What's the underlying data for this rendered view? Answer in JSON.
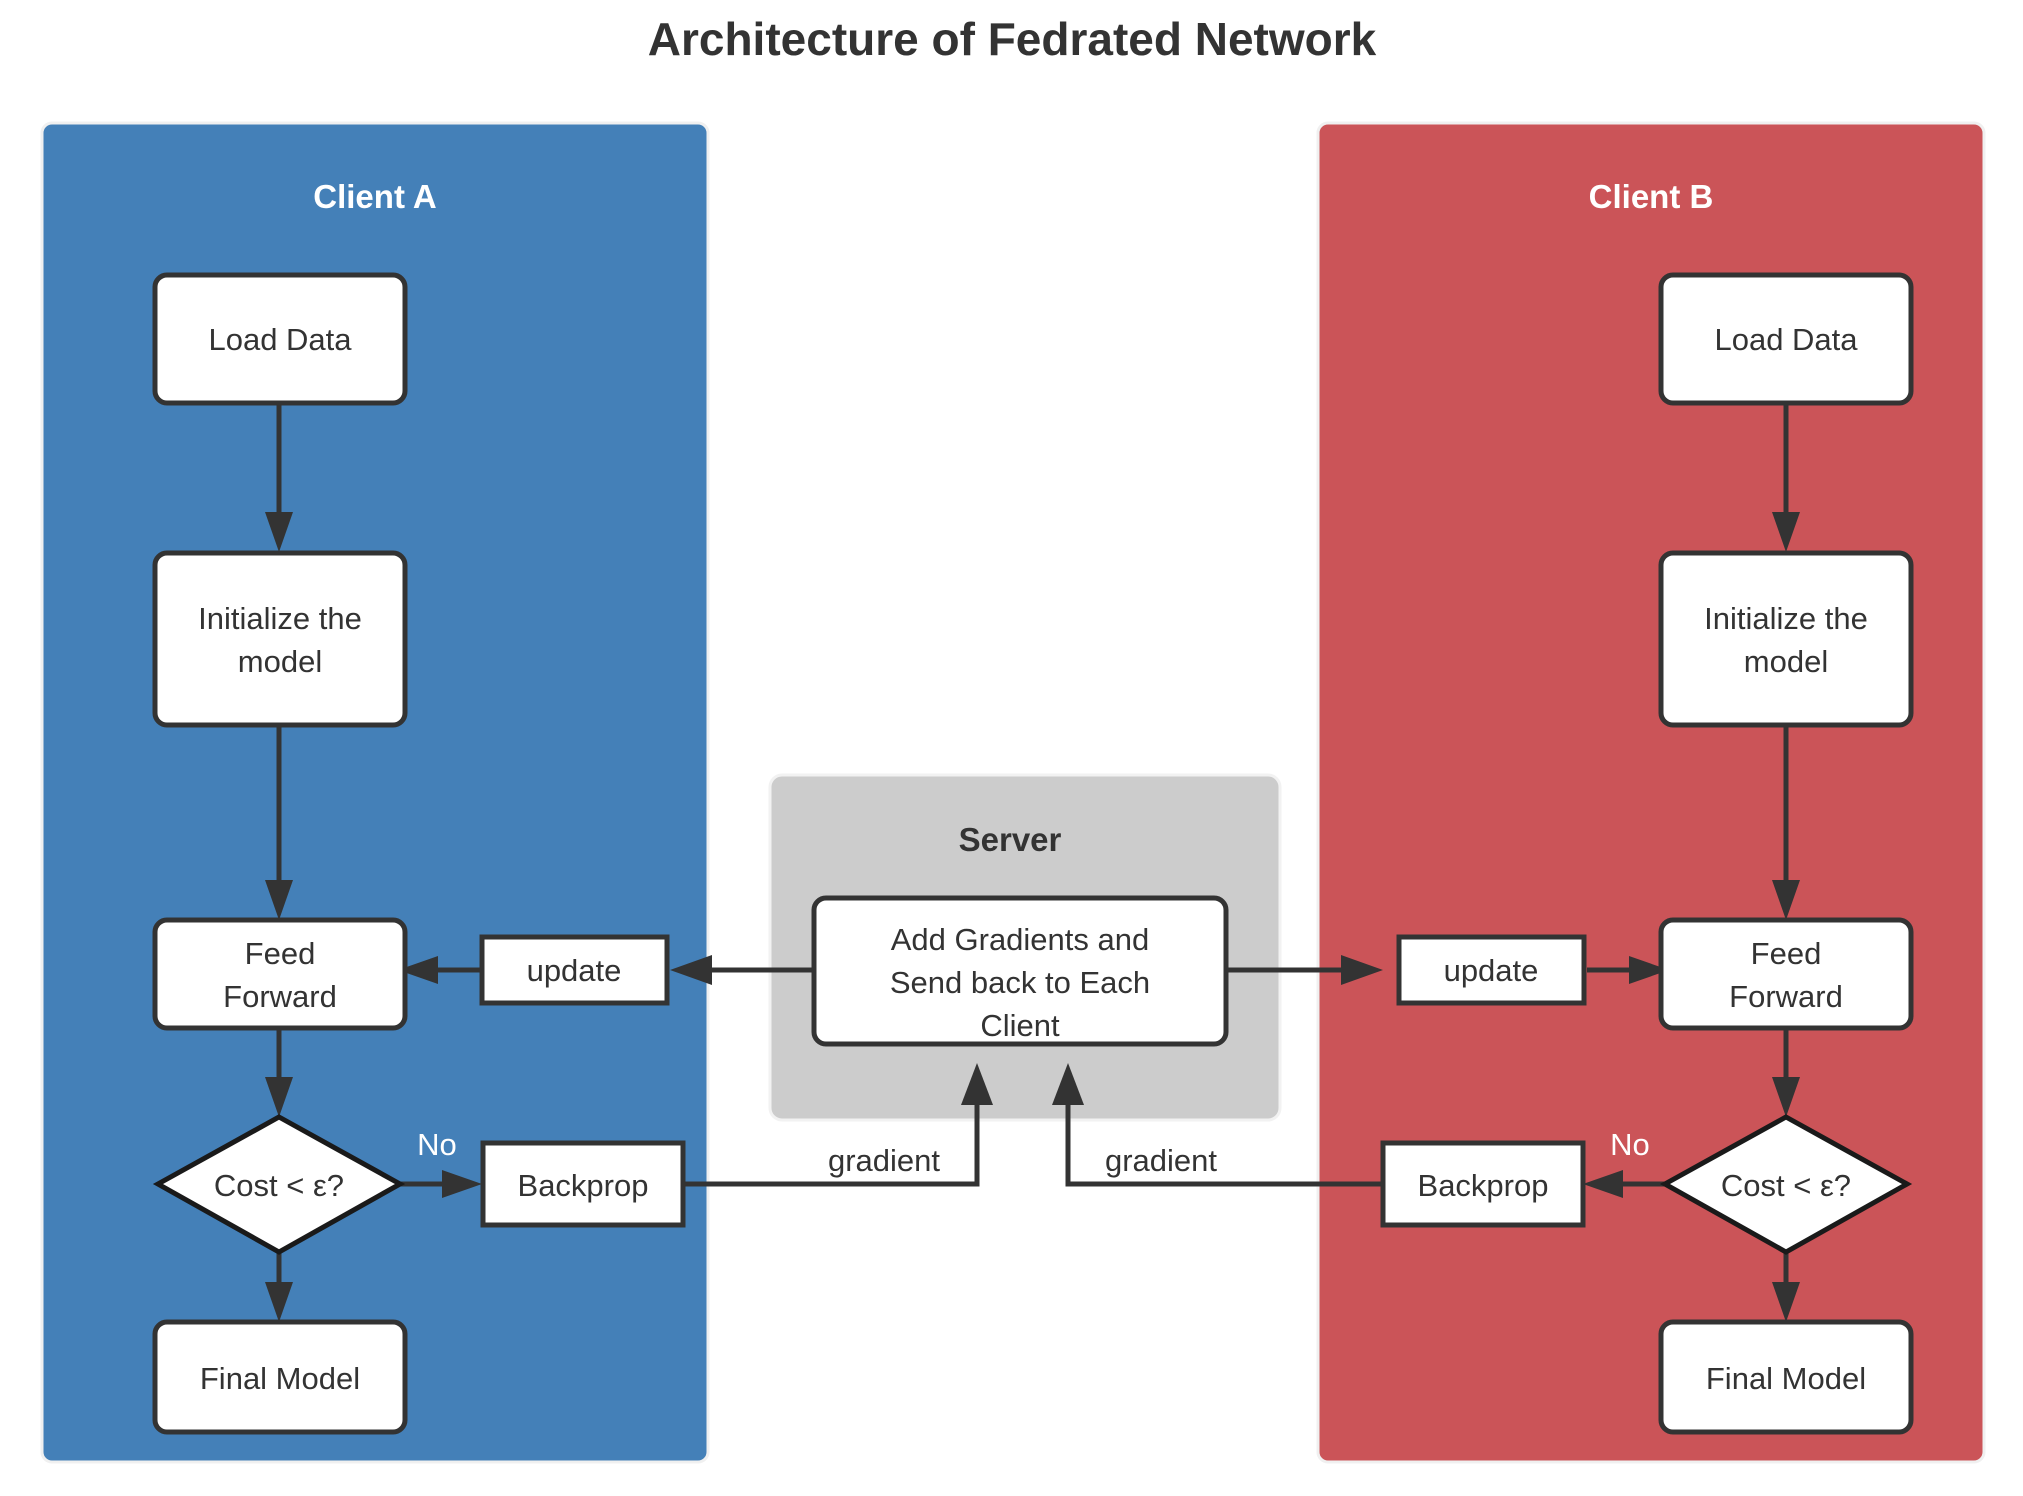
{
  "title": "Architecture of Fedrated Network",
  "colors": {
    "client_a_bg": "#4480b8",
    "client_b_bg": "#cb5458",
    "server_bg": "#cccccc",
    "node_fill": "#ffffff",
    "node_stroke": "#333333",
    "page_bg": "#ffffff",
    "title_color": "#333333"
  },
  "panels": {
    "client_a": {
      "title": "Client A",
      "nodes": {
        "load_data": "Load Data",
        "initialize_line1": "Initialize the",
        "initialize_line2": "model",
        "feed_forward_line1": "Feed",
        "feed_forward_line2": "Forward",
        "update": "update",
        "decision": "Cost < ε?",
        "backprop": "Backprop",
        "final_model": "Final Model"
      },
      "edge_labels": {
        "no": "No",
        "gradient": "gradient"
      }
    },
    "server": {
      "title": "Server",
      "nodes": {
        "aggregate_line1": "Add  Gradients and",
        "aggregate_line2": "Send back to Each",
        "aggregate_line3": "Client"
      }
    },
    "client_b": {
      "title": "Client B",
      "nodes": {
        "load_data": "Load Data",
        "initialize_line1": "Initialize the",
        "initialize_line2": "model",
        "feed_forward_line1": "Feed",
        "feed_forward_line2": "Forward",
        "update": "update",
        "decision": "Cost < ε?",
        "backprop": "Backprop",
        "final_model": "Final Model"
      },
      "edge_labels": {
        "no": "No",
        "gradient": "gradient"
      }
    }
  }
}
